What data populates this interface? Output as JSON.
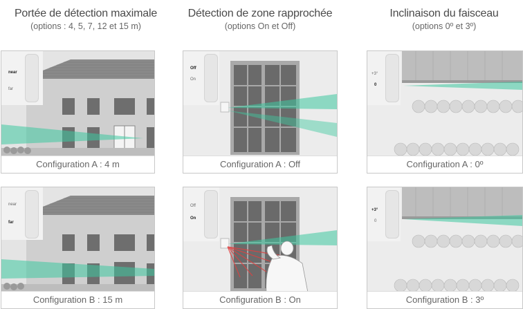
{
  "columns": [
    {
      "title": "Portée de détection maximale",
      "subtitle": "(options : 4, 5, 7, 12 et 15 m)",
      "panels": [
        {
          "caption": "Configuration A : 4 m",
          "dial_top": "near",
          "dial_bottom": "far",
          "active": "top"
        },
        {
          "caption": "Configuration B : 15 m",
          "dial_top": "near",
          "dial_bottom": "far",
          "active": "bottom"
        }
      ]
    },
    {
      "title": "Détection de zone rapprochée",
      "subtitle": "(options On et Off)",
      "panels": [
        {
          "caption": "Configuration A : Off",
          "dial_top": "Off",
          "dial_bottom": "On",
          "active": "top"
        },
        {
          "caption": "Configuration B : On",
          "dial_top": "Off",
          "dial_bottom": "On",
          "active": "bottom"
        }
      ]
    },
    {
      "title": "Inclinaison du faisceau",
      "subtitle": "(options 0º et 3º)",
      "panels": [
        {
          "caption": "Configuration A : 0º",
          "dial_top": "+3°",
          "dial_bottom": "0",
          "active": "bottom"
        },
        {
          "caption": "Configuration B : 3º",
          "dial_top": "+3°",
          "dial_bottom": "0",
          "active": "top"
        }
      ]
    }
  ],
  "colors": {
    "beam": "#3ec9a0",
    "red_beam": "#e04040",
    "caption_text": "#666666",
    "border": "#c8c8c8"
  }
}
